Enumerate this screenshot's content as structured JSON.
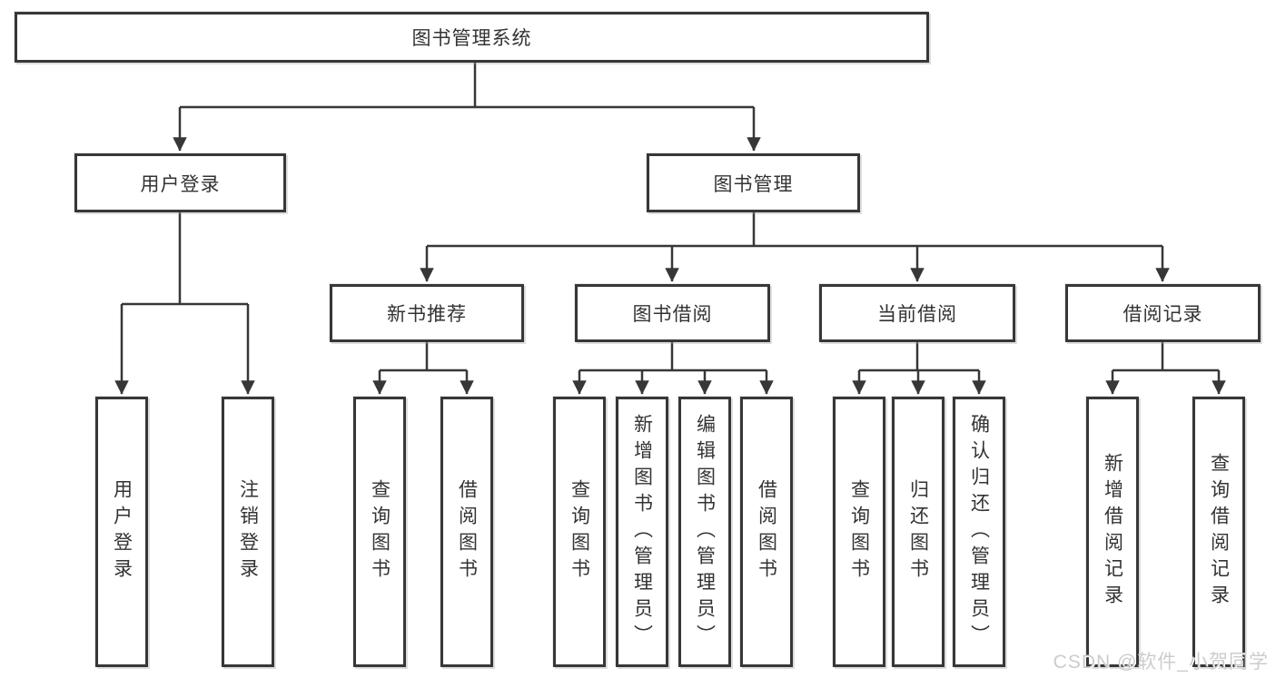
{
  "tree": {
    "root": {
      "label": "图书管理系统"
    },
    "user_login": {
      "label": "用户登录",
      "leaves": [
        "用户登录",
        "注销登录"
      ]
    },
    "book_mgmt": {
      "label": "图书管理",
      "sections": [
        {
          "label": "新书推荐",
          "leaves": [
            "查询图书",
            "借阅图书"
          ]
        },
        {
          "label": "图书借阅",
          "leaves": [
            "查询图书",
            "新增图书（管理员）",
            "编辑图书（管理员）",
            "借阅图书"
          ]
        },
        {
          "label": "当前借阅",
          "leaves": [
            "查询图书",
            "归还图书",
            "确认归还（管理员）"
          ]
        },
        {
          "label": "借阅记录",
          "leaves": [
            "新增借阅记录",
            "查询借阅记录"
          ]
        }
      ]
    }
  },
  "watermark": "CSDN @软件_小贺同学",
  "colors": {
    "line": "#373737",
    "text": "#333333",
    "box_fill": "#ffffff",
    "watermark_text": "#cccccc",
    "background": "#ffffff"
  }
}
